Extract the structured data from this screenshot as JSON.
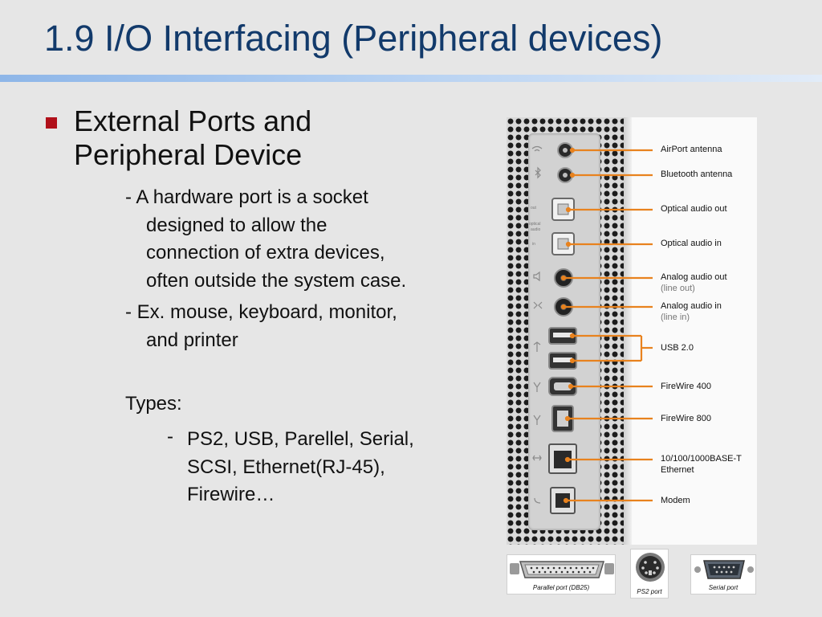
{
  "slide": {
    "title": "1.9 I/O Interfacing (Peripheral devices)"
  },
  "content": {
    "heading_lines": [
      "External Ports and",
      "Peripheral Device"
    ],
    "definition_lines": [
      "- A hardware port is a socket",
      "designed to allow the",
      "connection of extra devices,",
      "often outside the system case."
    ],
    "example_lines": [
      "- Ex. mouse, keyboard, monitor,",
      "and printer"
    ],
    "types_label": "Types:",
    "types_dash": "-",
    "types_lines": [
      "PS2, USB, Parellel, Serial,",
      "SCSI, Ethernet(RJ-45),",
      "Firewire…"
    ]
  },
  "port_labels": {
    "airport": "AirPort antenna",
    "bluetooth": "Bluetooth antenna",
    "optical_out": "Optical audio out",
    "optical_in": "Optical audio in",
    "analog_out": "Analog audio out",
    "analog_out_sub": "(line out)",
    "analog_in": "Analog audio in",
    "analog_in_sub": "(line in)",
    "usb": "USB 2.0",
    "firewire400": "FireWire 400",
    "firewire800": "FireWire 800",
    "ethernet_line1": "10/100/1000BASE-T",
    "ethernet_line2": "Ethernet",
    "modem": "Modem",
    "strip_out": "out",
    "strip_optical": "optical",
    "strip_audio": "audio",
    "strip_in": "in"
  },
  "connectors": {
    "parallel": "Parallel port (DB25)",
    "ps2": "PS2 port",
    "serial": "Serial port"
  },
  "colors": {
    "title": "#123a6b",
    "bullet": "#b0101a",
    "callout_line": "#e8821e"
  }
}
